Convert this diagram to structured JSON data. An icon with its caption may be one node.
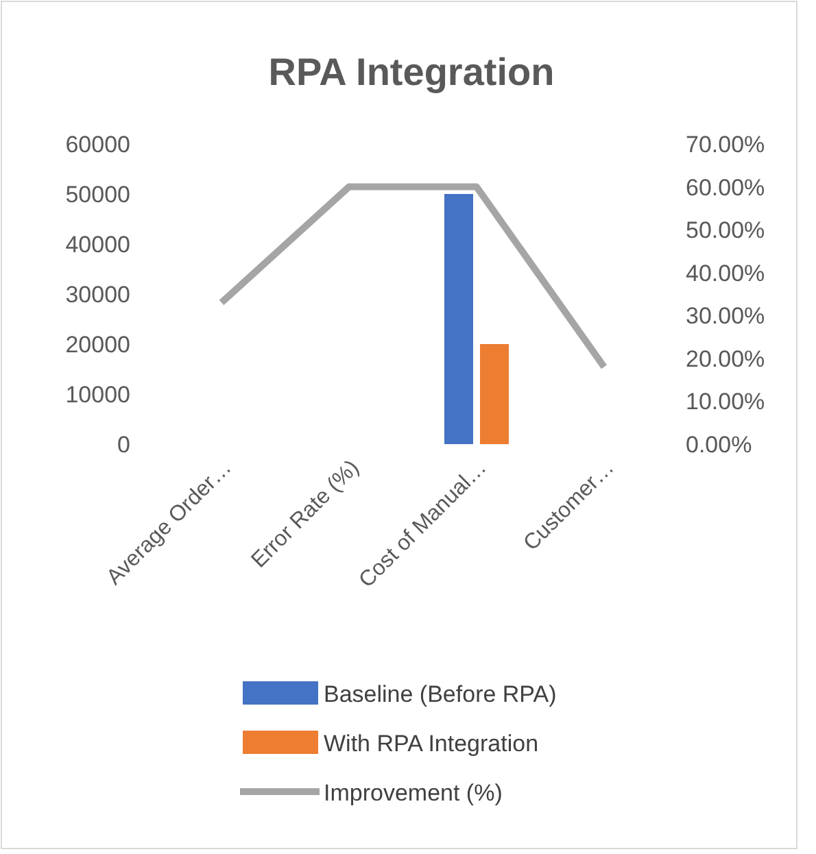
{
  "diagram": {
    "chart_data": {
      "type": "bar",
      "title": "RPA Integration",
      "categories": [
        "Average Order…",
        "Error Rate (%)",
        "Cost of Manual…",
        "Customer…"
      ],
      "series": [
        {
          "name": "Baseline (Before RPA)",
          "color": "#4472c4",
          "values": [
            null,
            null,
            50000,
            null
          ]
        },
        {
          "name": "With RPA Integration",
          "color": "#ed7d31",
          "values": [
            null,
            null,
            20000,
            null
          ]
        },
        {
          "name": "Improvement (%)",
          "color": "#a5a5a5",
          "type": "line",
          "axis": "y2",
          "values": [
            0.33,
            0.6,
            0.6,
            0.18
          ]
        }
      ],
      "ylim": [
        0,
        60000
      ],
      "yticks": [
        0,
        10000,
        20000,
        30000,
        40000,
        50000,
        60000
      ],
      "y2lim": [
        0,
        0.7
      ],
      "y2ticks": [
        {
          "value": 0,
          "label": "0.00%"
        },
        {
          "value": 0.1,
          "label": "10.00%"
        },
        {
          "value": 0.2,
          "label": "20.00%"
        },
        {
          "value": 0.3,
          "label": "30.00%"
        },
        {
          "value": 0.4,
          "label": "40.00%"
        },
        {
          "value": 0.5,
          "label": "50.00%"
        },
        {
          "value": 0.6,
          "label": "60.00%"
        },
        {
          "value": 0.7,
          "label": "70.00%"
        }
      ],
      "legend": "bottom"
    }
  }
}
